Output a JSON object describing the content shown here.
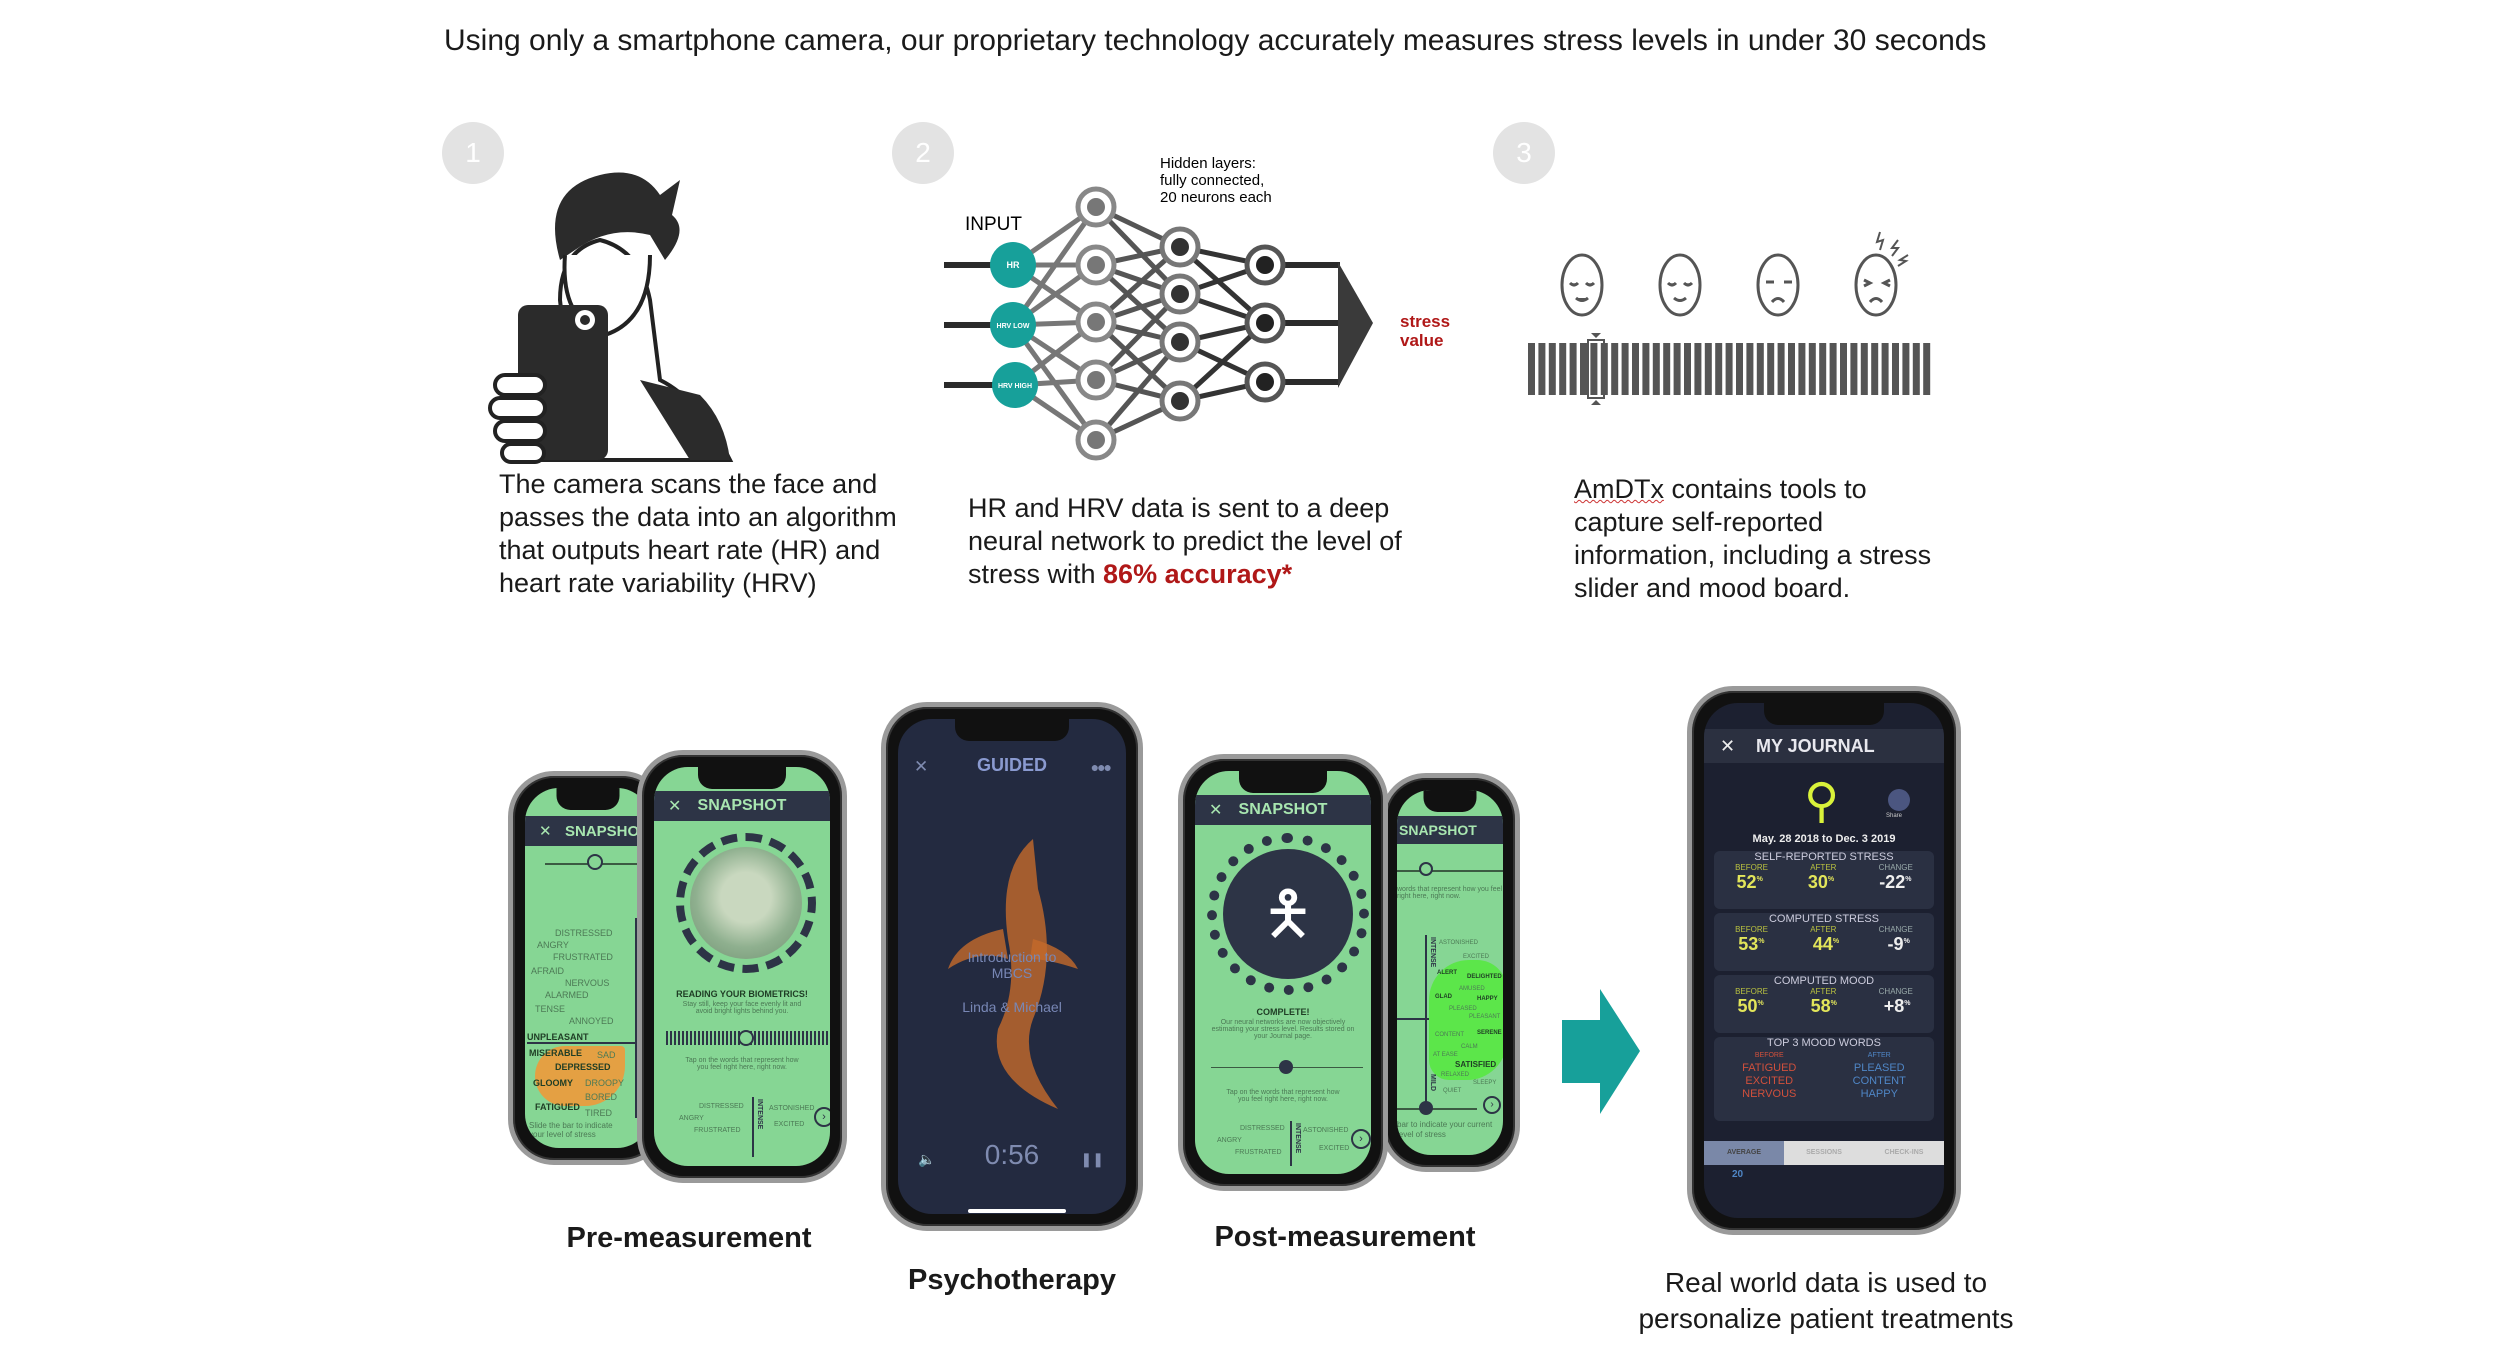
{
  "header": {
    "tagline": "Using only a smartphone camera, our proprietary technology accurately measures stress levels in under 30 seconds"
  },
  "steps": [
    {
      "num": "1",
      "caption": "The camera scans the face and passes the data into an algorithm that outputs heart rate (HR) and heart rate variability (HRV)"
    },
    {
      "num": "2",
      "caption_pre": "HR and HRV data is sent to a deep neural network to predict the level of stress with ",
      "caption_highlight": "86% accuracy*"
    },
    {
      "num": "3",
      "caption_link": "AmDTx",
      "caption_rest": " contains tools to capture self-reported information, including a stress slider and mood board."
    }
  ],
  "network": {
    "input_label": "INPUT",
    "hidden_label": [
      "Hidden layers:",
      "fully connected,",
      "20 neurons each"
    ],
    "inputs": [
      "HR",
      "HRV LOW",
      "HRV HIGH"
    ],
    "output": [
      "stress",
      "value"
    ]
  },
  "colors": {
    "teal": "#17a09a",
    "accent_red": "#b01818",
    "phone_green": "#86d694",
    "phone_dark": "#232a40"
  },
  "pre_phone_back": {
    "title": "SNAPSHOT",
    "words": [
      "DISTRESSED",
      "ANGRY",
      "FRUSTRATED",
      "AFRAID",
      "NERVOUS",
      "ALARMED",
      "TENSE",
      "ANNOYED",
      "UNPLEASANT",
      "MISERABLE",
      "SAD",
      "DEPRESSED",
      "GLOOMY",
      "DROOPY",
      "BORED",
      "FATIGUED",
      "TIRED"
    ],
    "footer": "Slide the bar to indicate your level of stress"
  },
  "pre_phone_front": {
    "title": "SNAPSHOT",
    "heading": "READING YOUR BIOMETRICS!",
    "body": "Stay still, keep your face evenly lit and avoid bright lights behind you.",
    "prompt": "Tap on the words that represent how you feel right here, right now.",
    "words": [
      "DISTRESSED",
      "ANGRY",
      "FRUSTRATED",
      "ASTONISHED",
      "EXCITED"
    ],
    "axis": "INTENSE"
  },
  "guided_phone": {
    "title": "GUIDED",
    "session": "Introduction to MBCS",
    "instructors": "Linda & Michael",
    "time": "0:56"
  },
  "post_phone_front": {
    "title": "SNAPSHOT",
    "heading": "COMPLETE!",
    "body": "Our neural networks are now objectively estimating your stress level. Results stored on your Journal page.",
    "prompt": "Tap on the words that represent how you feel right here, right now.",
    "words": [
      "DISTRESSED",
      "ANGRY",
      "FRUSTRATED",
      "ASTONISHED",
      "EXCITED"
    ],
    "axis": "INTENSE"
  },
  "post_phone_back": {
    "title": "SNAPSHOT",
    "prompt": "words that represent how you feel right here, right now.",
    "words": [
      "ASTONISHED",
      "EXCITED",
      "ALERT",
      "DELIGHTED",
      "AMUSED",
      "GLAD",
      "HAPPY",
      "PLEASED",
      "PLEASANT",
      "SERENE",
      "CONTENT",
      "CALM",
      "SATISFIED",
      "AT EASE",
      "RELAXED",
      "SLEEPY",
      "QUIET"
    ],
    "axis_top": "INTENSE",
    "axis_bottom": "MILD",
    "footer": "bar to indicate your current level of stress"
  },
  "journal": {
    "title": "MY JOURNAL",
    "share": "Share",
    "date_range": "May. 28 2018 to Dec. 3 2019",
    "sections": [
      {
        "title": "SELF-REPORTED STRESS",
        "before": "52",
        "after": "30",
        "change": "-22"
      },
      {
        "title": "COMPUTED STRESS",
        "before": "53",
        "after": "44",
        "change": "-9"
      },
      {
        "title": "COMPUTED MOOD",
        "before": "50",
        "after": "58",
        "change": "+8"
      }
    ],
    "col_labels": {
      "before": "BEFORE",
      "after": "AFTER",
      "change": "CHANGE",
      "unit": "%"
    },
    "mood_words": {
      "title": "TOP 3 MOOD WORDS",
      "before": [
        "FATIGUED",
        "EXCITED",
        "NERVOUS"
      ],
      "after": [
        "PLEASED",
        "CONTENT",
        "HAPPY"
      ]
    },
    "tabs": [
      "AVERAGE",
      "SESSIONS",
      "CHECK-INS"
    ],
    "footer_value": "20"
  },
  "labels": {
    "pre": "Pre-measurement",
    "psycho": "Psychotherapy",
    "post": "Post-measurement",
    "real_world": "Real world data is used to personalize patient treatments"
  }
}
